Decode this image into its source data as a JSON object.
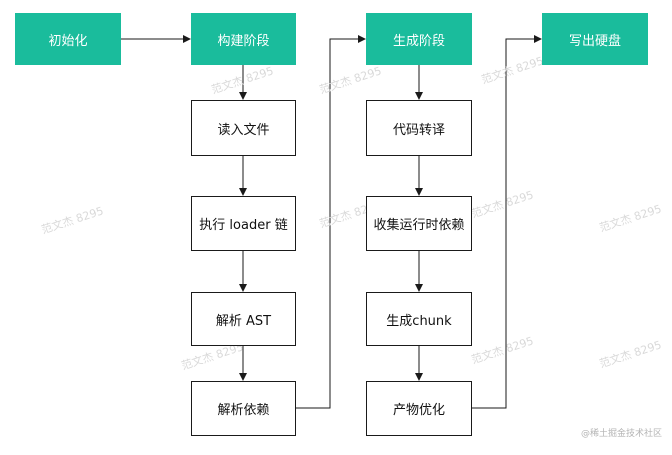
{
  "stages": {
    "init": "初始化",
    "build": "构建阶段",
    "generate": "生成阶段",
    "write": "写出硬盘"
  },
  "build_steps": [
    "读入文件",
    "执行 loader 链",
    "解析 AST",
    "解析依赖"
  ],
  "generate_steps": [
    "代码转译",
    "收集运行时依赖",
    "生成chunk",
    "产物优化"
  ],
  "watermark": "范文杰 8295",
  "credit": "@稀土掘金技术社区",
  "colors": {
    "stage_fill": "#1abc9c",
    "line": "#1a1a1a"
  }
}
